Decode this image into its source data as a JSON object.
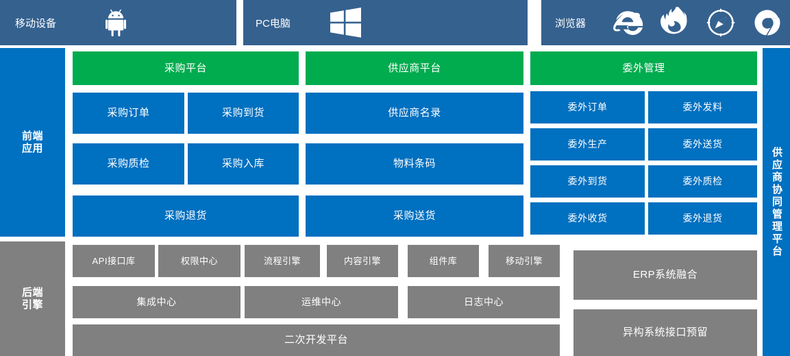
{
  "header": {
    "panels": [
      {
        "label": "移动设备",
        "icons": [
          "android-icon"
        ]
      },
      {
        "label": "PC电脑",
        "icons": [
          "windows-icon"
        ]
      },
      {
        "label": "浏览器",
        "icons": [
          "internet-explorer-icon",
          "firefox-icon",
          "safari-icon",
          "chrome-icon"
        ]
      }
    ]
  },
  "left_rail": {
    "line1": "前端",
    "line2": "应用"
  },
  "bottom_rail": {
    "line1": "后端",
    "line2": "引擎"
  },
  "right_rail": {
    "label": "供应商协同管理平台"
  },
  "frontend": {
    "groups": [
      {
        "title": "采购平台",
        "tiles": [
          "采购订单",
          "采购到货",
          "采购质检",
          "采购入库",
          "采购退货"
        ]
      },
      {
        "title": "供应商平台",
        "tiles": [
          "供应商名录",
          "物料条码",
          "采购送货"
        ]
      },
      {
        "title": "委外管理",
        "tiles": [
          "委外订单",
          "委外发料",
          "委外生产",
          "委外送货",
          "委外到货",
          "委外质检",
          "委外收货",
          "委外退货"
        ]
      }
    ]
  },
  "backend": {
    "row1": [
      "API接口库",
      "权限中心",
      "流程引擎",
      "内容引擎",
      "组件库",
      "移动引擎"
    ],
    "row2": [
      "集成中心",
      "运维中心",
      "日志中心"
    ],
    "row3": [
      "二次开发平台"
    ],
    "right": [
      "ERP系统融合",
      "异构系统接口预留"
    ]
  },
  "colors": {
    "header_navy": "#35618f",
    "blue": "#0070c0",
    "green": "#00ac4e",
    "gray": "#808080",
    "white": "#ffffff"
  }
}
